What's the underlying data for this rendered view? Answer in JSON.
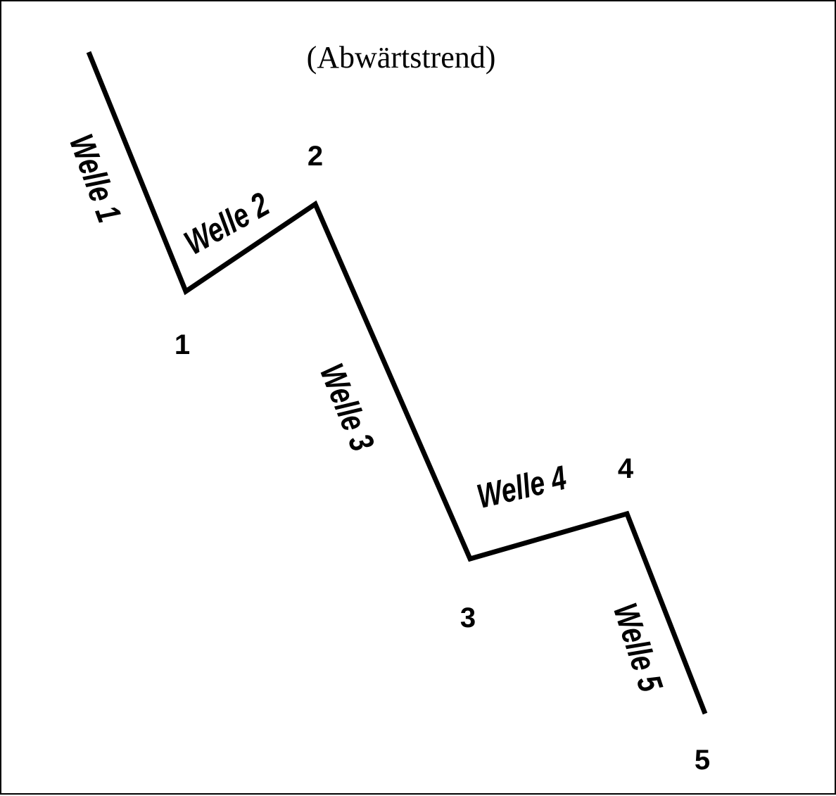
{
  "title": "(Abwärtstrend)",
  "point_labels": [
    "1",
    "2",
    "3",
    "4",
    "5"
  ],
  "wave_labels": [
    "Welle 1",
    "Welle 2",
    "Welle 3",
    "Welle 4",
    "Welle 5"
  ],
  "colors": {
    "line": "#000000",
    "background": "#ffffff",
    "border": "#000000"
  }
}
